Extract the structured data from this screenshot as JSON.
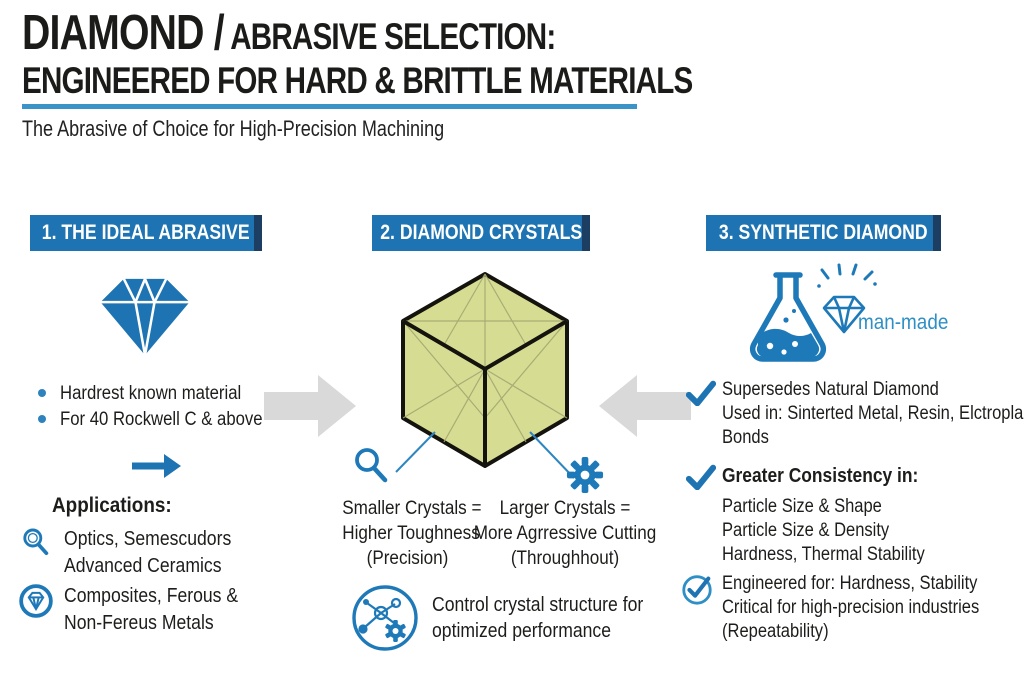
{
  "header": {
    "title_part1": "DIAMOND /",
    "title_part2": " ABRASIVE SELECTION:",
    "title_line2": "ENGINEERED FOR HARD & BRITTLE MATERIALS",
    "subtitle": "The Abrasive of Choice for High-Precision Machining"
  },
  "palette": {
    "blue_primary": "#1e74b2",
    "blue_dark_edge": "#1c3e63",
    "blue_light": "#2e8fc6",
    "underline_blue": "#3a94c8",
    "ink": "#1d1d1b",
    "gray_arrow": "#d9d9d9",
    "cube_fill": "#d7dc93",
    "cube_edge": "#15130e",
    "cube_facet": "#a2a870"
  },
  "sections": {
    "ideal": {
      "header": "1. THE IDEAL ABRASIVE",
      "bullets": [
        "Hardrest known material",
        "For 40 Rockwell C & above"
      ],
      "applications_label": "Applications:",
      "app1_line1": "Optics, Semescudors",
      "app1_line2": "Advanced Ceramics",
      "app2_line1": "Composites, Ferous &",
      "app2_line2": "Non-Fereus Metals"
    },
    "crystals": {
      "header": "2. DIAMOND CRYSTALS",
      "small_line1": "Smaller Crystals =",
      "small_line2": "Higher Toughness",
      "small_line3": "(Precision)",
      "large_line1": "Larger Crystals =",
      "large_line2": "More Agrressive Cutting",
      "large_line3": "(Throughhout)",
      "note_line1": "Control crystal structure for",
      "note_line2": "optimized performance"
    },
    "synthetic": {
      "header": "3. SYNTHETIC DIAMOND",
      "caption": "man-made",
      "item1_line1": "Supersedes Natural Diamond",
      "item1_line2": "Used in: Sinterted Metal, Resin, Elctropla",
      "item1_line3": "Bonds",
      "item2_title": "Greater Consistency in:",
      "item2_lines": [
        "Particle Size & Shape",
        "Particle Size & Density",
        "Hardness, Thermal Stability"
      ],
      "item3_line1": "Engineered for: Hardness, Stability",
      "item3_line2": "Critical for high-precision industries",
      "item3_line3": "(Repeatability)"
    }
  },
  "icons": {
    "diamond-icon": "faceted gem diamond",
    "right-arrow-icon": "blue arrow pointing right",
    "gray-arrow-right-icon": "large gray arrow pointing right",
    "gray-arrow-left-icon": "large gray arrow pointing left",
    "magnifier-icon": "magnifying glass",
    "gem-circle-icon": "gem inside circle",
    "gear-icon": "cog wheel",
    "crystal-cube-icon": "isometric faceted crystal cube",
    "molecule-gear-icon": "molecule with gear in circle",
    "flask-icon": "chemistry flask with sparkling diamond",
    "check-icon": "blue checkmark",
    "check-circle-icon": "checkmark in circle"
  }
}
